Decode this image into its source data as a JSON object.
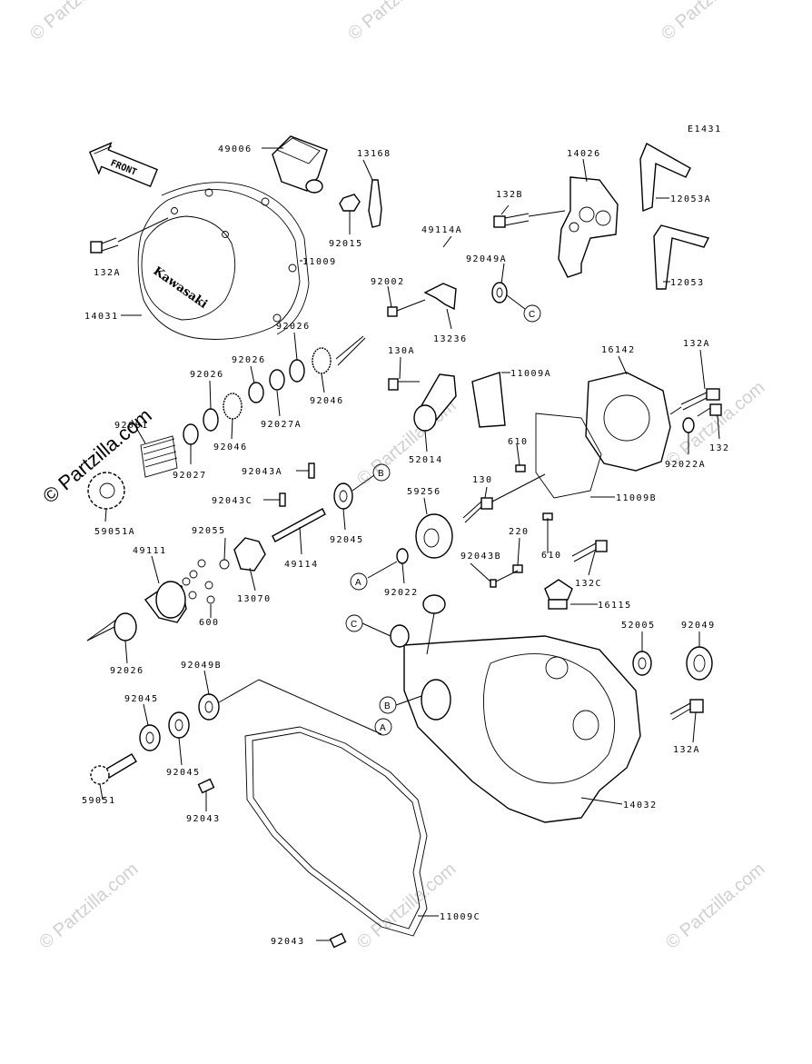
{
  "diagram": {
    "ref_code": "E1431",
    "front_label": "FRONT",
    "brand_on_cover": "Kawasaki",
    "watermark_text": "© Partzilla.com",
    "callout_letters": [
      "A",
      "B",
      "C"
    ],
    "part_labels": [
      "49006",
      "13168",
      "14026",
      "12053A",
      "132B",
      "92015",
      "11009",
      "132A",
      "49114A",
      "92049A",
      "12053",
      "14031",
      "92002",
      "13236",
      "92026",
      "92046",
      "130A",
      "11009A",
      "16142",
      "132A",
      "92027A",
      "92081",
      "92043A",
      "92027",
      "52014",
      "610",
      "92022A",
      "132",
      "59051A",
      "130",
      "92043C",
      "11009B",
      "59256",
      "92045",
      "92055",
      "49114",
      "49111",
      "220",
      "92043B",
      "13070",
      "92022",
      "132C",
      "600",
      "16115",
      "52005",
      "92049",
      "92049B",
      "14032",
      "59051",
      "92043",
      "11009C"
    ]
  }
}
